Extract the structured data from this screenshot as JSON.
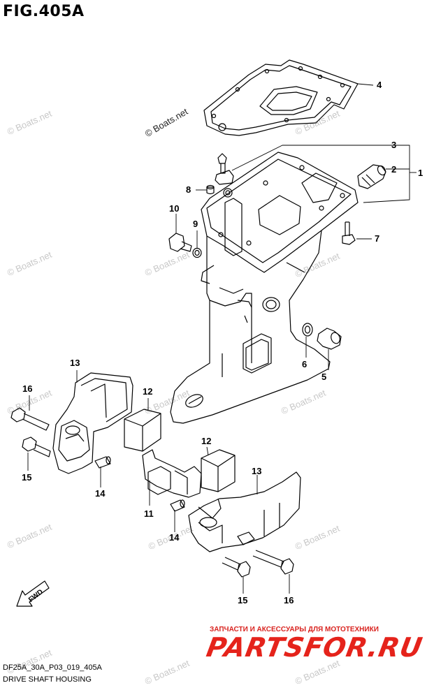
{
  "figure": {
    "title": "FIG.405A"
  },
  "watermarks": {
    "main": "© Boats.net",
    "tiles": [
      "© Boats.net",
      "© Boats.net",
      "© Boats.net",
      "© Boats.net",
      "© Boats.net",
      "© Boats.net",
      "© Boats.net",
      "© Boats.net",
      "© Boats.net",
      "© Boats.net",
      "© Boats.net",
      "© Boats.net",
      "© Boats.net",
      "© Boats.net"
    ]
  },
  "callouts": {
    "c1": "1",
    "c2": "2",
    "c3": "3",
    "c4": "4",
    "c5": "5",
    "c6": "6",
    "c7": "7",
    "c8": "8",
    "c9": "9",
    "c10": "10",
    "c11": "11",
    "c12a": "12",
    "c12b": "12",
    "c13a": "13",
    "c13b": "13",
    "c14a": "14",
    "c14b": "14",
    "c15a": "15",
    "c15b": "15",
    "c16a": "16",
    "c16b": "16"
  },
  "fwd_label": "FWD",
  "footer": {
    "code": "DF25A_30A_P03_019_405A",
    "name": "DRIVE SHAFT HOUSING"
  },
  "shop": {
    "line": "ЗАПЧАСТИ И АКСЕССУАРЫ ДЛЯ МОТОТЕХНИКИ",
    "logo": "PARTSFOR.RU"
  }
}
